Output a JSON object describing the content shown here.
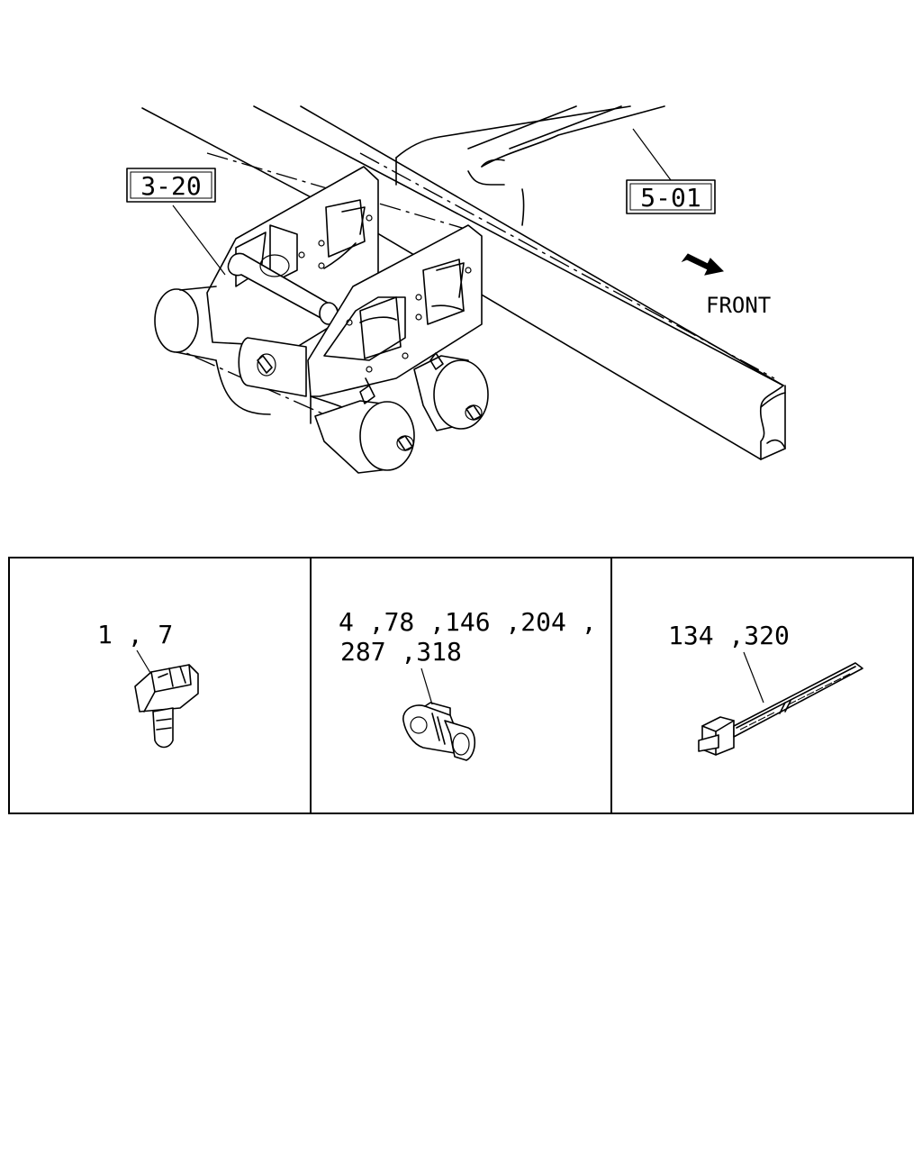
{
  "callouts": {
    "ref_3_20": "3-20",
    "ref_5_01": "5-01",
    "front": "FRONT"
  },
  "panels": [
    {
      "line1": "1 , 7",
      "line2": ""
    },
    {
      "line1": "4 ,78 ,146 ,204 ,",
      "line2": "287 ,318"
    },
    {
      "line1": "134 ,320",
      "line2": ""
    }
  ],
  "icons": {
    "front_arrow": "arrow-right-down-icon"
  }
}
